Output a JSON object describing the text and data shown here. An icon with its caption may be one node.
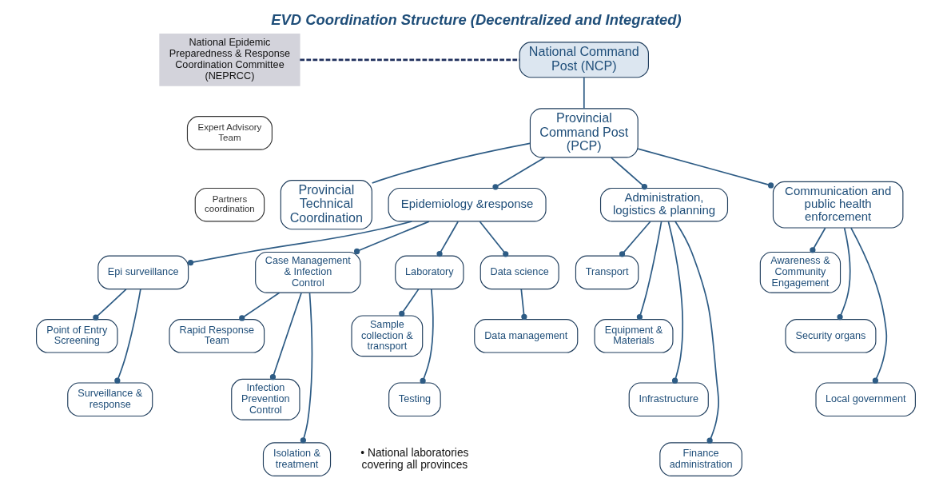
{
  "diagram": {
    "title": "EVD Coordination Structure (Decentralized and Integrated)",
    "nodes": [
      {
        "text": [
          "National Epidemic Preparedness & Response Coordination Committee (NEPRCC)"
        ]
      },
      {
        "text": [
          "Expert Advisory Team"
        ]
      },
      {
        "text": [
          "Partners coordination"
        ]
      },
      {
        "text": [
          "National Command Post (NCP)"
        ]
      },
      {
        "text": [
          "Provincial Command Post (PCP)"
        ]
      },
      {
        "text": [
          "Provincial Technical Coordination"
        ]
      },
      {
        "text": [
          "Epidemiology &response"
        ]
      },
      {
        "text": [
          "Administration, logistics & planning"
        ]
      },
      {
        "text": [
          "Communication and public health enforcement"
        ]
      },
      {
        "text": [
          "Epi surveillance"
        ]
      },
      {
        "text": [
          "Case Management & Infection Control"
        ]
      },
      {
        "text": [
          "Laboratory"
        ]
      },
      {
        "text": [
          "Data science"
        ]
      },
      {
        "text": [
          "Point of Entry Screening"
        ]
      },
      {
        "text": [
          "Surveillance & response"
        ]
      },
      {
        "text": [
          "Rapid Response Team"
        ]
      },
      {
        "text": [
          "Infection Prevention Control"
        ]
      },
      {
        "text": [
          "Isolation & treatment"
        ]
      },
      {
        "text": [
          "Sample collection & transport"
        ]
      },
      {
        "text": [
          "Testing"
        ]
      },
      {
        "text": [
          "Data management"
        ]
      },
      {
        "text": [
          "Transport"
        ]
      },
      {
        "text": [
          "Equipment & Materials"
        ]
      },
      {
        "text": [
          "Infrastructure"
        ]
      },
      {
        "text": [
          "Finance administration"
        ]
      },
      {
        "text": [
          "Awareness & Community Engagement"
        ]
      },
      {
        "text": [
          "Security organs"
        ]
      },
      {
        "text": [
          "Local government"
        ]
      }
    ],
    "edges": [
      {
        "from": 0,
        "to": 3,
        "arrow": "none",
        "style": "dashed",
        "color": "#1f2f5c"
      },
      {
        "from": 3,
        "to": 4,
        "arrow": "none"
      },
      {
        "from": 4,
        "to": 5,
        "arrow": "none"
      },
      {
        "from": 4,
        "to": 6,
        "arrow": "other"
      },
      {
        "from": 4,
        "to": 7,
        "arrow": "other"
      },
      {
        "from": 4,
        "to": 8,
        "arrow": "other"
      },
      {
        "from": 6,
        "to": 9,
        "arrow": "other"
      },
      {
        "from": 6,
        "to": 10,
        "arrow": "other"
      },
      {
        "from": 6,
        "to": 11,
        "arrow": "other"
      },
      {
        "from": 6,
        "to": 12,
        "arrow": "other"
      },
      {
        "from": 9,
        "to": 13,
        "arrow": "other"
      },
      {
        "from": 9,
        "to": 14,
        "arrow": "other"
      },
      {
        "from": 10,
        "to": 15,
        "arrow": "other"
      },
      {
        "from": 10,
        "to": 16,
        "arrow": "other"
      },
      {
        "from": 10,
        "to": 17,
        "arrow": "other"
      },
      {
        "from": 11,
        "to": 18,
        "arrow": "other"
      },
      {
        "from": 11,
        "to": 19,
        "arrow": "other"
      },
      {
        "from": 12,
        "to": 20,
        "arrow": "other"
      },
      {
        "from": 7,
        "to": 21,
        "arrow": "other"
      },
      {
        "from": 7,
        "to": 22,
        "arrow": "other"
      },
      {
        "from": 7,
        "to": 23,
        "arrow": "other"
      },
      {
        "from": 7,
        "to": 24,
        "arrow": "other"
      },
      {
        "from": 8,
        "to": 25,
        "arrow": "other"
      },
      {
        "from": 8,
        "to": 26,
        "arrow": "other"
      },
      {
        "from": 8,
        "to": 27,
        "arrow": "other"
      }
    ],
    "labels": [
      "• National laboratories covering all provinces"
    ]
  }
}
